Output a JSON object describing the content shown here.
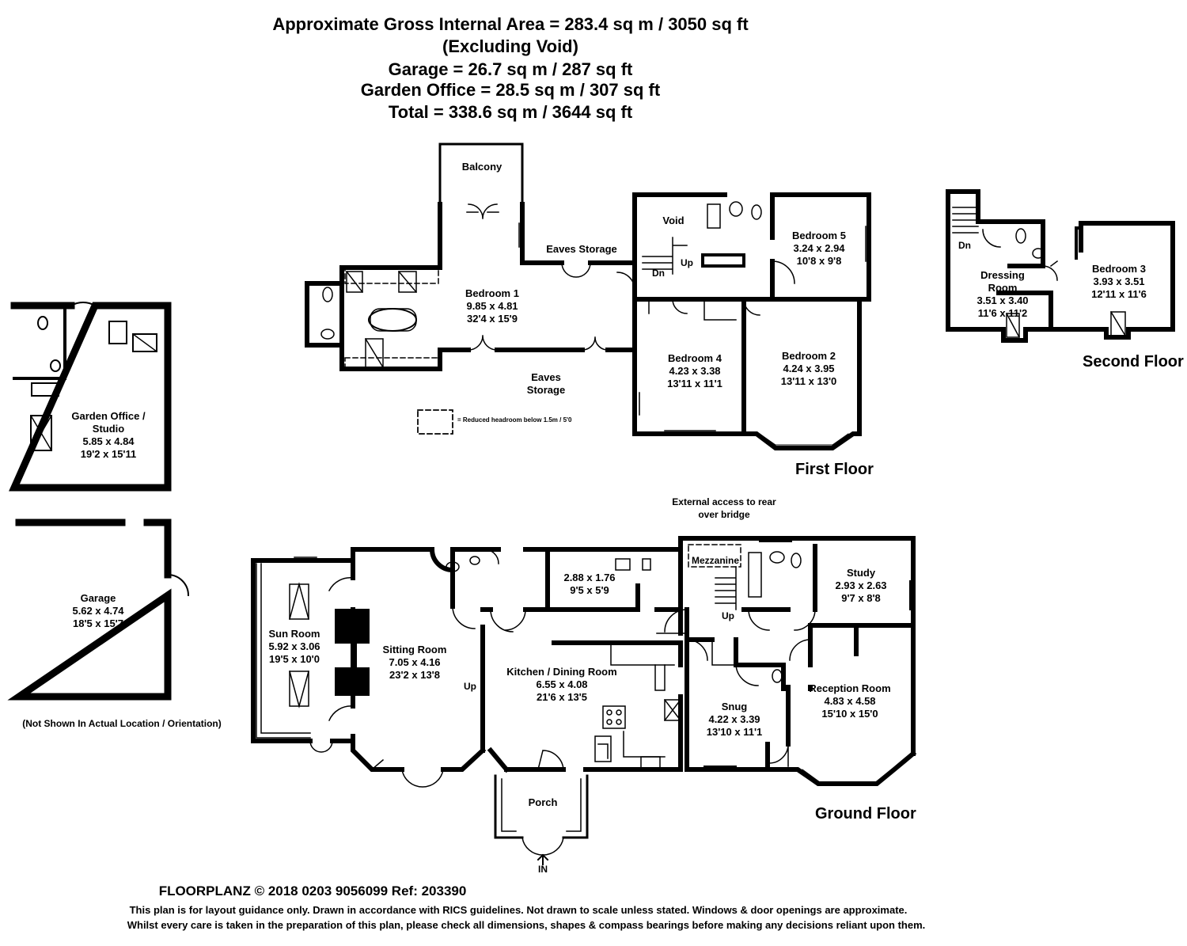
{
  "header": {
    "line1": "Approximate Gross Internal Area = 283.4 sq m / 3050 sq ft",
    "line2": "(Excluding Void)",
    "line3": "Garage = 26.7 sq m / 287 sq ft",
    "line4": "Garden Office = 28.5 sq m / 307 sq ft",
    "line5": "Total = 338.6 sq m / 3644 sq ft"
  },
  "floors": {
    "first": "First Floor",
    "second": "Second Floor",
    "ground": "Ground Floor"
  },
  "rooms": {
    "balcony": "Balcony",
    "void": "Void",
    "eaves_storage_top": "Eaves Storage",
    "bedroom1": {
      "name": "Bedroom 1",
      "metric": "9.85 x 4.81",
      "imperial": "32'4 x 15'9"
    },
    "bedroom5": {
      "name": "Bedroom 5",
      "metric": "3.24 x 2.94",
      "imperial": "10'8 x 9'8"
    },
    "bedroom4": {
      "name": "Bedroom 4",
      "metric": "4.23 x 3.38",
      "imperial": "13'11 x 11'1"
    },
    "bedroom2": {
      "name": "Bedroom 2",
      "metric": "4.24 x 3.95",
      "imperial": "13'11 x 13'0"
    },
    "eaves_storage_bottom_1": "Eaves",
    "eaves_storage_bottom_2": "Storage",
    "dressing_room": {
      "name1": "Dressing",
      "name2": "Room",
      "metric": "3.51 x 3.40",
      "imperial": "11'6 x 11'2"
    },
    "bedroom3": {
      "name": "Bedroom 3",
      "metric": "3.93 x 3.51",
      "imperial": "12'11 x 11'6"
    },
    "garden_office": {
      "name1": "Garden Office /",
      "name2": "Studio",
      "metric": "5.85 x 4.84",
      "imperial": "19'2 x 15'11"
    },
    "garage": {
      "name": "Garage",
      "metric": "5.62 x 4.74",
      "imperial": "18'5 x 15'7"
    },
    "sun_room": {
      "name": "Sun Room",
      "metric": "5.92 x 3.06",
      "imperial": "19'5 x 10'0"
    },
    "sitting_room": {
      "name": "Sitting Room",
      "metric": "7.05 x 4.16",
      "imperial": "23'2 x 13'8"
    },
    "utility": {
      "metric": "2.88 x 1.76",
      "imperial": "9'5 x 5'9"
    },
    "kitchen": {
      "name": "Kitchen / Dining Room",
      "metric": "6.55 x 4.08",
      "imperial": "21'6 x 13'5"
    },
    "mezzanine": "Mezzanine",
    "study": {
      "name": "Study",
      "metric": "2.93 x 2.63",
      "imperial": "9'7 x 8'8"
    },
    "snug": {
      "name": "Snug",
      "metric": "4.22 x 3.39",
      "imperial": "13'10 x 11'1"
    },
    "reception": {
      "name": "Reception Room",
      "metric": "4.83 x 4.58",
      "imperial": "15'10 x 15'0"
    },
    "porch": "Porch"
  },
  "markers": {
    "dn": "Dn",
    "up": "Up",
    "in": "IN"
  },
  "notes": {
    "external_access_1": "External access to rear",
    "external_access_2": "over bridge",
    "reduced_headroom": "= Reduced headroom below 1.5m / 5'0",
    "not_shown": "(Not Shown In Actual Location / Orientation)"
  },
  "footer": {
    "brand": "FLOORPLANZ © 2018     0203 9056099     Ref: 203390",
    "disclaimer1": "This plan is for layout guidance only. Drawn in accordance with RICS guidelines. Not drawn to scale unless stated. Windows & door openings are approximate.",
    "disclaimer2": "Whilst every care is taken in the preparation of this plan, please check all dimensions, shapes & compass bearings before making any decisions reliant upon them."
  }
}
